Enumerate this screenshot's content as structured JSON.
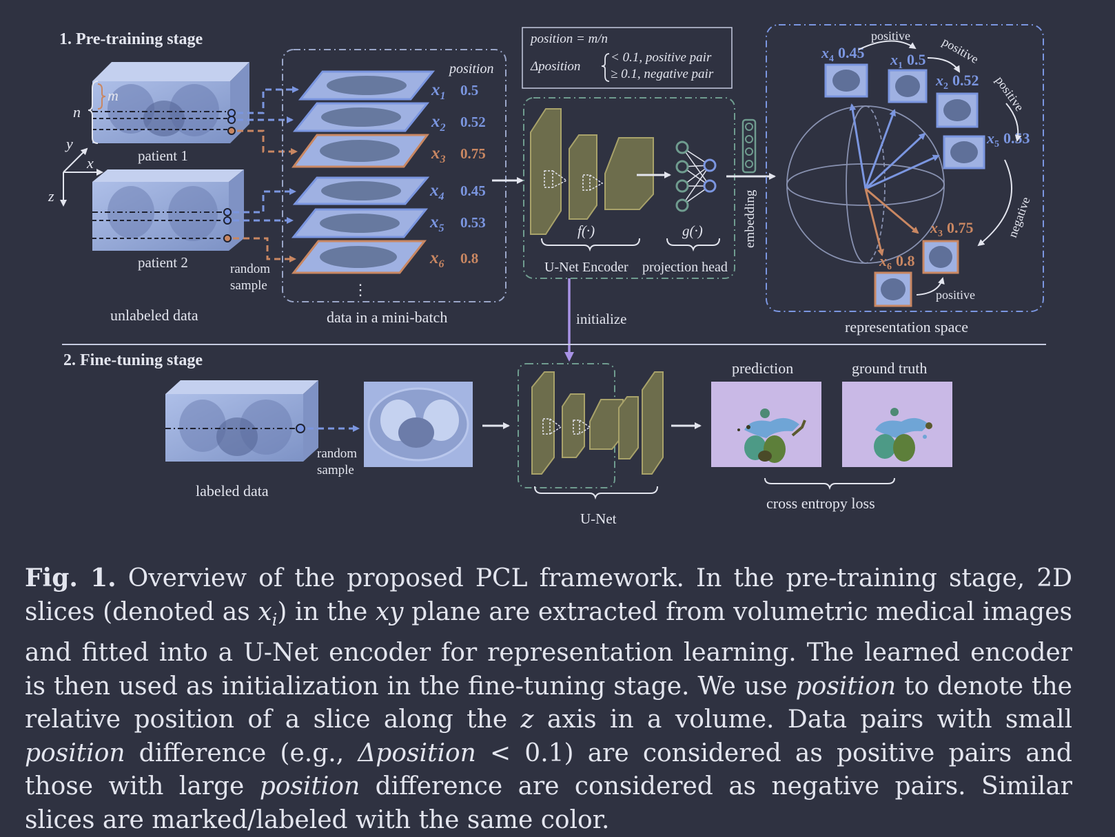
{
  "pretrain": {
    "title": "1. Pre-training stage",
    "axes": {
      "n": "n",
      "m": "m",
      "x": "x",
      "y": "y",
      "z": "z"
    },
    "patient1": "patient 1",
    "patient2": "patient 2",
    "random_sample": [
      "random",
      "sample"
    ],
    "unlabeled": "unlabeled data",
    "position_header": "position",
    "slices": [
      {
        "name": "x",
        "sub": "1",
        "pos": "0.5"
      },
      {
        "name": "x",
        "sub": "2",
        "pos": "0.52"
      },
      {
        "name": "x",
        "sub": "3",
        "pos": "0.75"
      },
      {
        "name": "x",
        "sub": "4",
        "pos": "0.45"
      },
      {
        "name": "x",
        "sub": "5",
        "pos": "0.53"
      },
      {
        "name": "x",
        "sub": "6",
        "pos": "0.8"
      }
    ],
    "minibatch": "data in a mini-batch",
    "ellipsis": "⋮",
    "formula_line1": "position = m/n",
    "formula_delta": "Δposition",
    "formula_pos": "< 0.1, positive pair",
    "formula_neg": "≥ 0.1, negative pair",
    "f_label": "f(·)",
    "g_label": "g(·)",
    "encoder": "U-Net Encoder",
    "proj_head": "projection head",
    "embedding": "embedding",
    "rep_space": "representation space",
    "positive": "positive",
    "negative": "negative",
    "rep_labels": [
      {
        "name": "x",
        "sub": "4",
        "pos": "0.45"
      },
      {
        "name": "x",
        "sub": "1",
        "pos": "0.5"
      },
      {
        "name": "x",
        "sub": "2",
        "pos": "0.52"
      },
      {
        "name": "x",
        "sub": "5",
        "pos": "0.53"
      },
      {
        "name": "x",
        "sub": "3",
        "pos": "0.75"
      },
      {
        "name": "x",
        "sub": "6",
        "pos": "0.8"
      }
    ],
    "initialize": "initialize"
  },
  "finetune": {
    "title": "2. Fine-tuning stage",
    "labeled": "labeled data",
    "random_sample": [
      "random",
      "sample"
    ],
    "unet": "U-Net",
    "prediction": "prediction",
    "ground_truth": "ground truth",
    "loss": "cross entropy loss"
  },
  "caption": {
    "fig": "Fig. 1.",
    "segments": [
      {
        "t": " Overview of the proposed PCL framework. In the pre-training stage, 2D slices (denoted as ",
        "i": false
      },
      {
        "t": "x",
        "i": true
      },
      {
        "t": "i",
        "i": true,
        "sub": true
      },
      {
        "t": ") in the ",
        "i": false
      },
      {
        "t": "xy",
        "i": true
      },
      {
        "t": " plane are extracted from volumetric medical images and fitted into a U-Net encoder for representation learning. The learned encoder is then used as initialization in the fine-tuning stage. We use ",
        "i": false
      },
      {
        "t": "position",
        "i": true
      },
      {
        "t": " to denote the relative position of a slice along the ",
        "i": false
      },
      {
        "t": "z",
        "i": true
      },
      {
        "t": " axis in a volume. Data pairs with small ",
        "i": false
      },
      {
        "t": "position",
        "i": true
      },
      {
        "t": " difference (e.g., ",
        "i": false
      },
      {
        "t": "Δposition",
        "i": true
      },
      {
        "t": " < 0.1) are considered as positive pairs and those with large ",
        "i": false
      },
      {
        "t": "position",
        "i": true
      },
      {
        "t": " difference are considered as negative pairs. Similar slices are marked/labeled with the same color.",
        "i": false
      }
    ]
  },
  "colors": {
    "background": "#2f3241",
    "text": "#e3e5ee",
    "blue": "#7b96e0",
    "orange": "#c98762",
    "olive": "#6d6d4c",
    "teal_dash": "#6f9c8f",
    "purple": "#a893e6",
    "pred_bg": "#c9b9e6"
  }
}
